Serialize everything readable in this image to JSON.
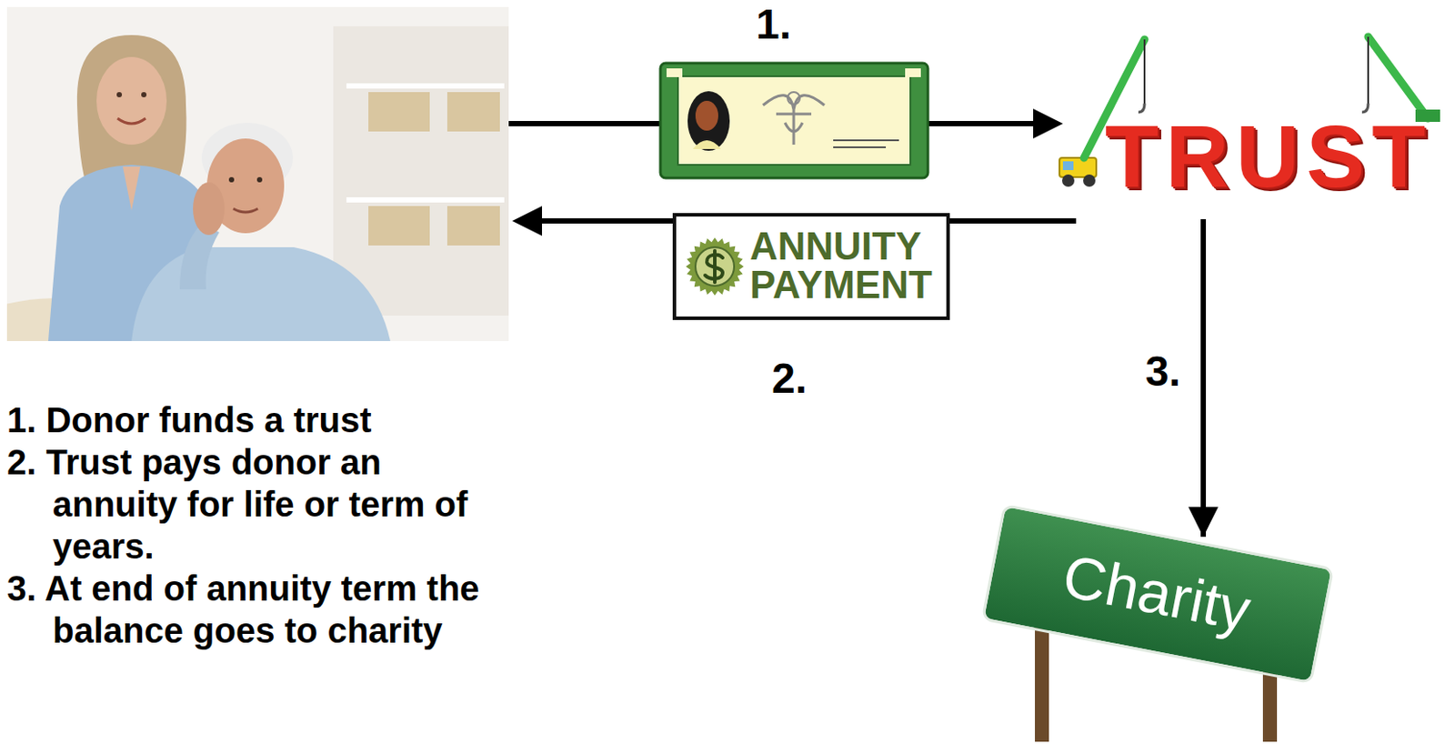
{
  "diagram": {
    "nodes": [
      {
        "text": [
          "TRUST"
        ]
      },
      {
        "text": [
          "ANNUITY PAYMENT"
        ]
      },
      {
        "text": [
          "Charity"
        ]
      }
    ],
    "edges": [
      {
        "from": 0,
        "to": 2,
        "arrow": "to"
      }
    ],
    "labels": [
      "1.",
      "2.",
      "3.",
      "1. Donor funds a trust",
      "2. Trust pays donor an annuity for life or term of years.",
      "3. At end of annuity term the balance goes to charity"
    ]
  }
}
